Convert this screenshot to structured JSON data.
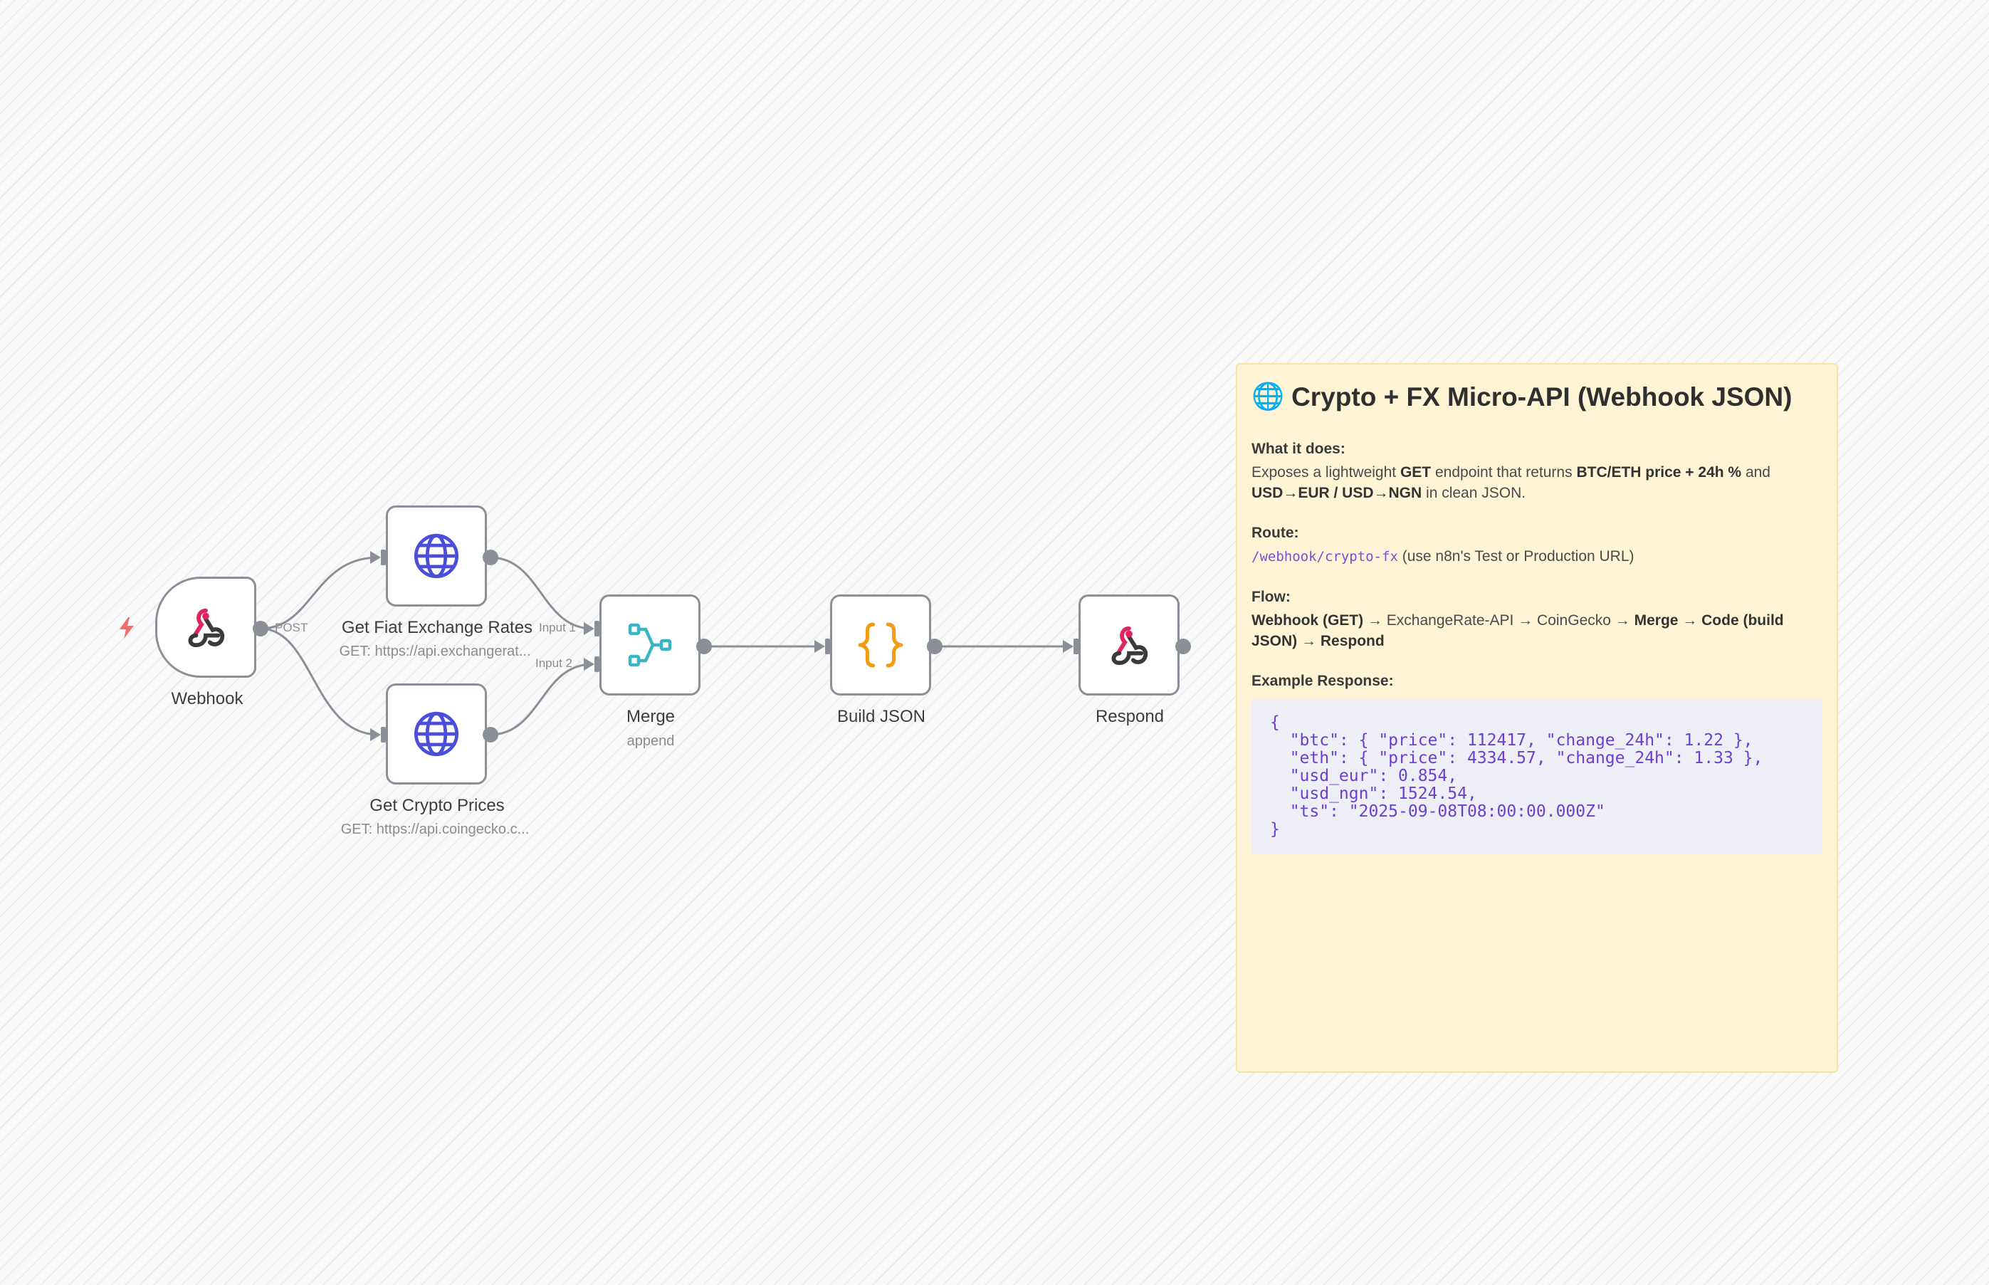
{
  "nodes": {
    "webhook": {
      "label": "Webhook"
    },
    "fiat": {
      "label": "Get Fiat Exchange Rates",
      "subtitle": "GET: https://api.exchangerat..."
    },
    "crypto": {
      "label": "Get Crypto Prices",
      "subtitle": "GET: https://api.coingecko.c..."
    },
    "merge": {
      "label": "Merge",
      "subtitle": "append"
    },
    "build": {
      "label": "Build JSON"
    },
    "respond": {
      "label": "Respond"
    }
  },
  "edges": {
    "webhook_out_label": "POST",
    "merge_input1": "Input 1",
    "merge_input2": "Input 2"
  },
  "icons": {
    "trigger": "lightning-bolt-icon",
    "webhook": "webhook-icon",
    "http": "globe-icon",
    "merge": "merge-icon",
    "code": "curly-braces-icon"
  },
  "colors": {
    "node_border": "#8a8f98",
    "globe": "#4b4ed8",
    "merge": "#3ab5c6",
    "code": "#f39c12",
    "trigger": "#f06e6e",
    "note_bg": "#fff5d6",
    "code_text": "#6c3fd1"
  },
  "note": {
    "emoji": "🌐",
    "title": "Crypto + FX Micro-API (Webhook JSON)",
    "what_title": "What it does:",
    "what_1": "Exposes a lightweight ",
    "what_2": "GET",
    "what_3": " endpoint that returns ",
    "what_4": "BTC/ETH price + 24h %",
    "what_5": " and ",
    "what_6": "USD→EUR / USD→NGN",
    "what_7": " in clean JSON.",
    "route_title": "Route:",
    "route_path": "/webhook/crypto-fx",
    "route_rest": " (use n8n's Test or Production URL)",
    "flow_title": "Flow:",
    "flow_1": "Webhook (GET)",
    "flow_2": " → ExchangeRate-API → CoinGecko → ",
    "flow_3": "Merge",
    "flow_4": " → ",
    "flow_5": "Code (build JSON)",
    "flow_6": " → ",
    "flow_7": "Respond",
    "example_title": "Example Response:",
    "example_code": "{\n  \"btc\": { \"price\": 112417, \"change_24h\": 1.22 },\n  \"eth\": { \"price\": 4334.57, \"change_24h\": 1.33 },\n  \"usd_eur\": 0.854,\n  \"usd_ngn\": 1524.54,\n  \"ts\": \"2025-09-08T08:00:00.000Z\"\n}"
  }
}
